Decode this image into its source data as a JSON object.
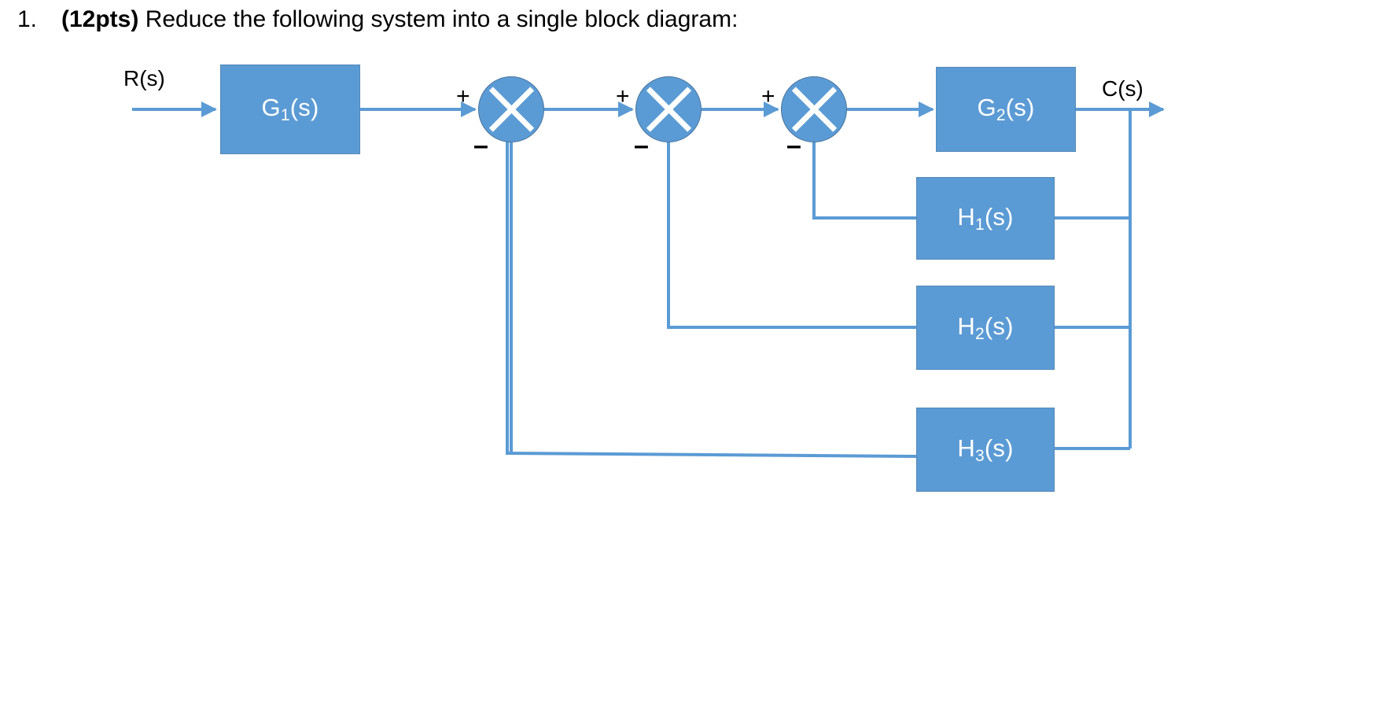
{
  "question": {
    "number": "1.",
    "points": "(12pts)",
    "prompt": "Reduce the following system into a single block diagram:",
    "full_text": "1. (12pts) Reduce the following system into a single block diagram:"
  },
  "diagram": {
    "type": "control-system-block-diagram",
    "colors": {
      "block_fill": "#5b9bd5",
      "block_border": "#5288b8",
      "block_text": "#ffffff",
      "wire": "#5b9bd5",
      "sign_text": "#000000",
      "background": "#ffffff"
    },
    "signals": {
      "input_label": "R(s)",
      "output_label": "C(s)"
    },
    "blocks": [
      {
        "id": "g1",
        "base": "G",
        "sub": "1",
        "suffix": "(s)",
        "label": "G1(s)",
        "role": "forward-path-block"
      },
      {
        "id": "g2",
        "base": "G",
        "sub": "2",
        "suffix": "(s)",
        "label": "G2(s)",
        "role": "forward-path-block"
      },
      {
        "id": "h1",
        "base": "H",
        "sub": "1",
        "suffix": "(s)",
        "label": "H1(s)",
        "role": "feedback-block"
      },
      {
        "id": "h2",
        "base": "H",
        "sub": "2",
        "suffix": "(s)",
        "label": "H2(s)",
        "role": "feedback-block"
      },
      {
        "id": "h3",
        "base": "H",
        "sub": "3",
        "suffix": "(s)",
        "label": "H3(s)",
        "role": "feedback-block"
      }
    ],
    "summing_junctions": [
      {
        "id": "sum-1",
        "plus": "+",
        "minus": "–",
        "feedback_from": "h3"
      },
      {
        "id": "sum-2",
        "plus": "+",
        "minus": "–",
        "feedback_from": "h2"
      },
      {
        "id": "sum-3",
        "plus": "+",
        "minus": "–",
        "feedback_from": "h1"
      }
    ],
    "connections": [
      "R(s) → G1(s)",
      "G1(s) → sum-1 (+)",
      "sum-1 → sum-2 (+)",
      "sum-2 → sum-3 (+)",
      "sum-3 → G2(s)",
      "G2(s) → C(s)",
      "C(s) → H1(s) → sum-3 (–)",
      "C(s) → H2(s) → sum-2 (–)",
      "C(s) → H3(s) → sum-1 (–)"
    ]
  }
}
